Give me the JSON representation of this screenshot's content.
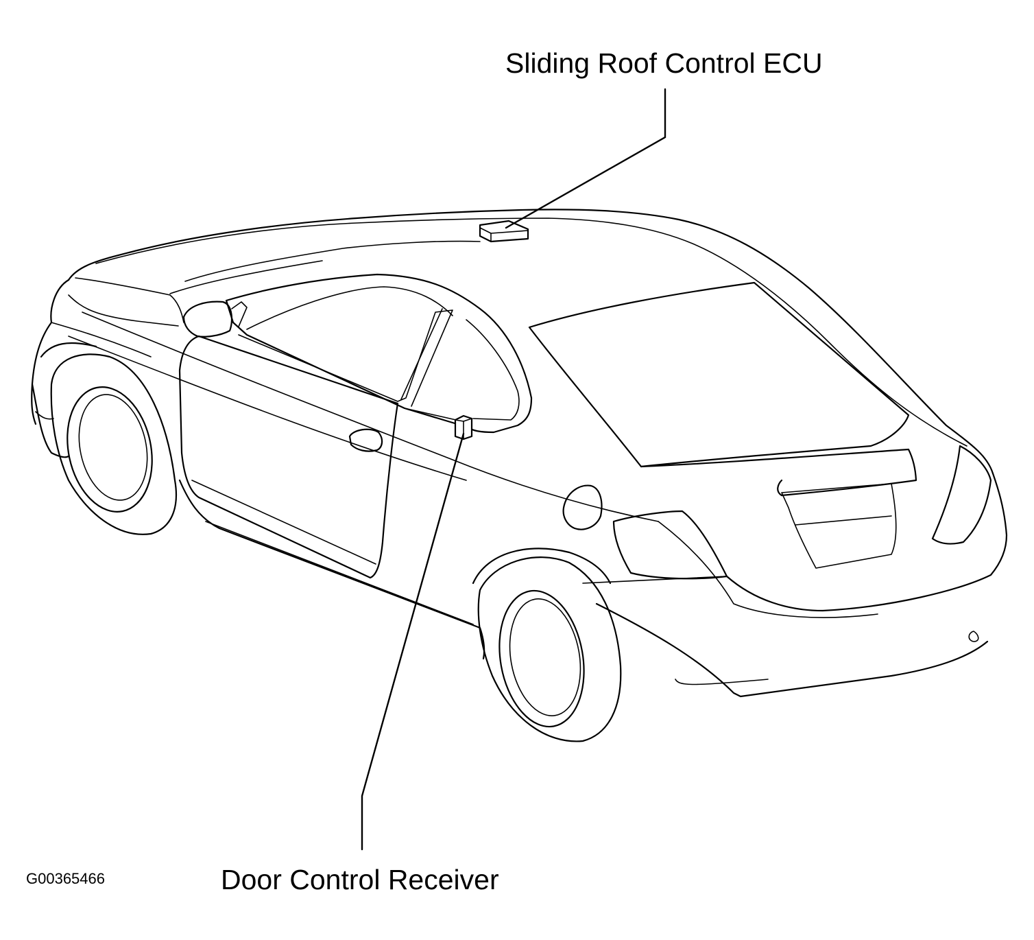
{
  "labels": {
    "sliding_roof_ecu": "Sliding Roof Control ECU",
    "door_control_receiver": "Door Control Receiver",
    "figure_id": "G00365466"
  },
  "colors": {
    "line": "#000000",
    "background": "#ffffff"
  }
}
